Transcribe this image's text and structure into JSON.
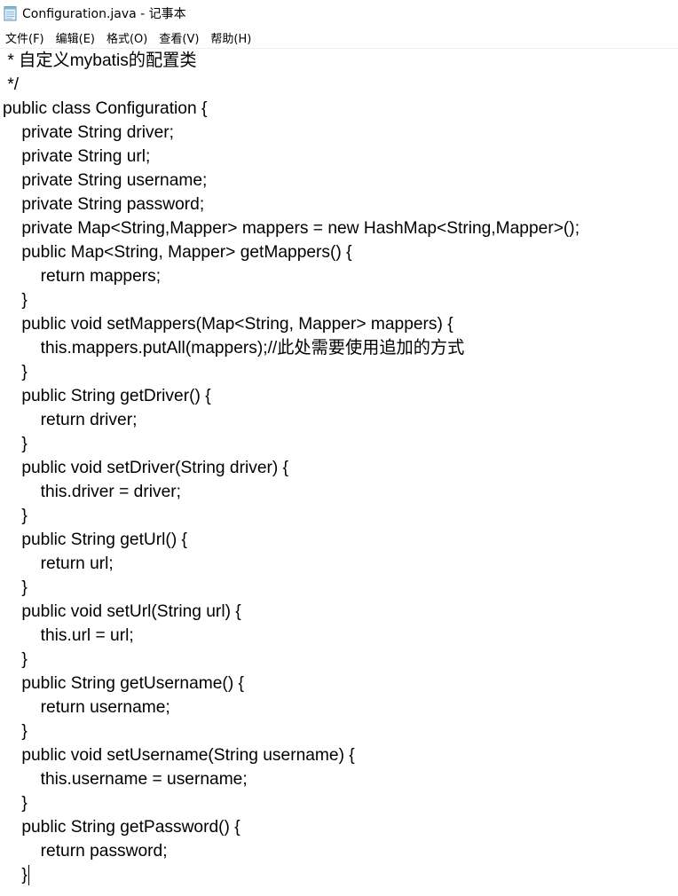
{
  "window": {
    "title": "Configuration.java - 记事本",
    "app_icon": "notepad-icon"
  },
  "menu": {
    "items": [
      {
        "label": "文件(F)"
      },
      {
        "label": "编辑(E)"
      },
      {
        "label": "格式(O)"
      },
      {
        "label": "查看(V)"
      },
      {
        "label": "帮助(H)"
      }
    ]
  },
  "editor": {
    "lines": [
      " * 自定义mybatis的配置类",
      " */",
      "public class Configuration {",
      "    private String driver;",
      "    private String url;",
      "    private String username;",
      "    private String password;",
      "    private Map<String,Mapper> mappers = new HashMap<String,Mapper>();",
      "    public Map<String, Mapper> getMappers() {",
      "        return mappers;",
      "    }",
      "    public void setMappers(Map<String, Mapper> mappers) {",
      "        this.mappers.putAll(mappers);//此处需要使用追加的方式",
      "    }",
      "    public String getDriver() {",
      "        return driver;",
      "    }",
      "    public void setDriver(String driver) {",
      "        this.driver = driver;",
      "    }",
      "    public String getUrl() {",
      "        return url;",
      "    }",
      "    public void setUrl(String url) {",
      "        this.url = url;",
      "    }",
      "    public String getUsername() {",
      "        return username;",
      "    }",
      "    public void setUsername(String username) {",
      "        this.username = username;",
      "    }",
      "    public String getPassword() {",
      "        return password;",
      "    }"
    ]
  }
}
